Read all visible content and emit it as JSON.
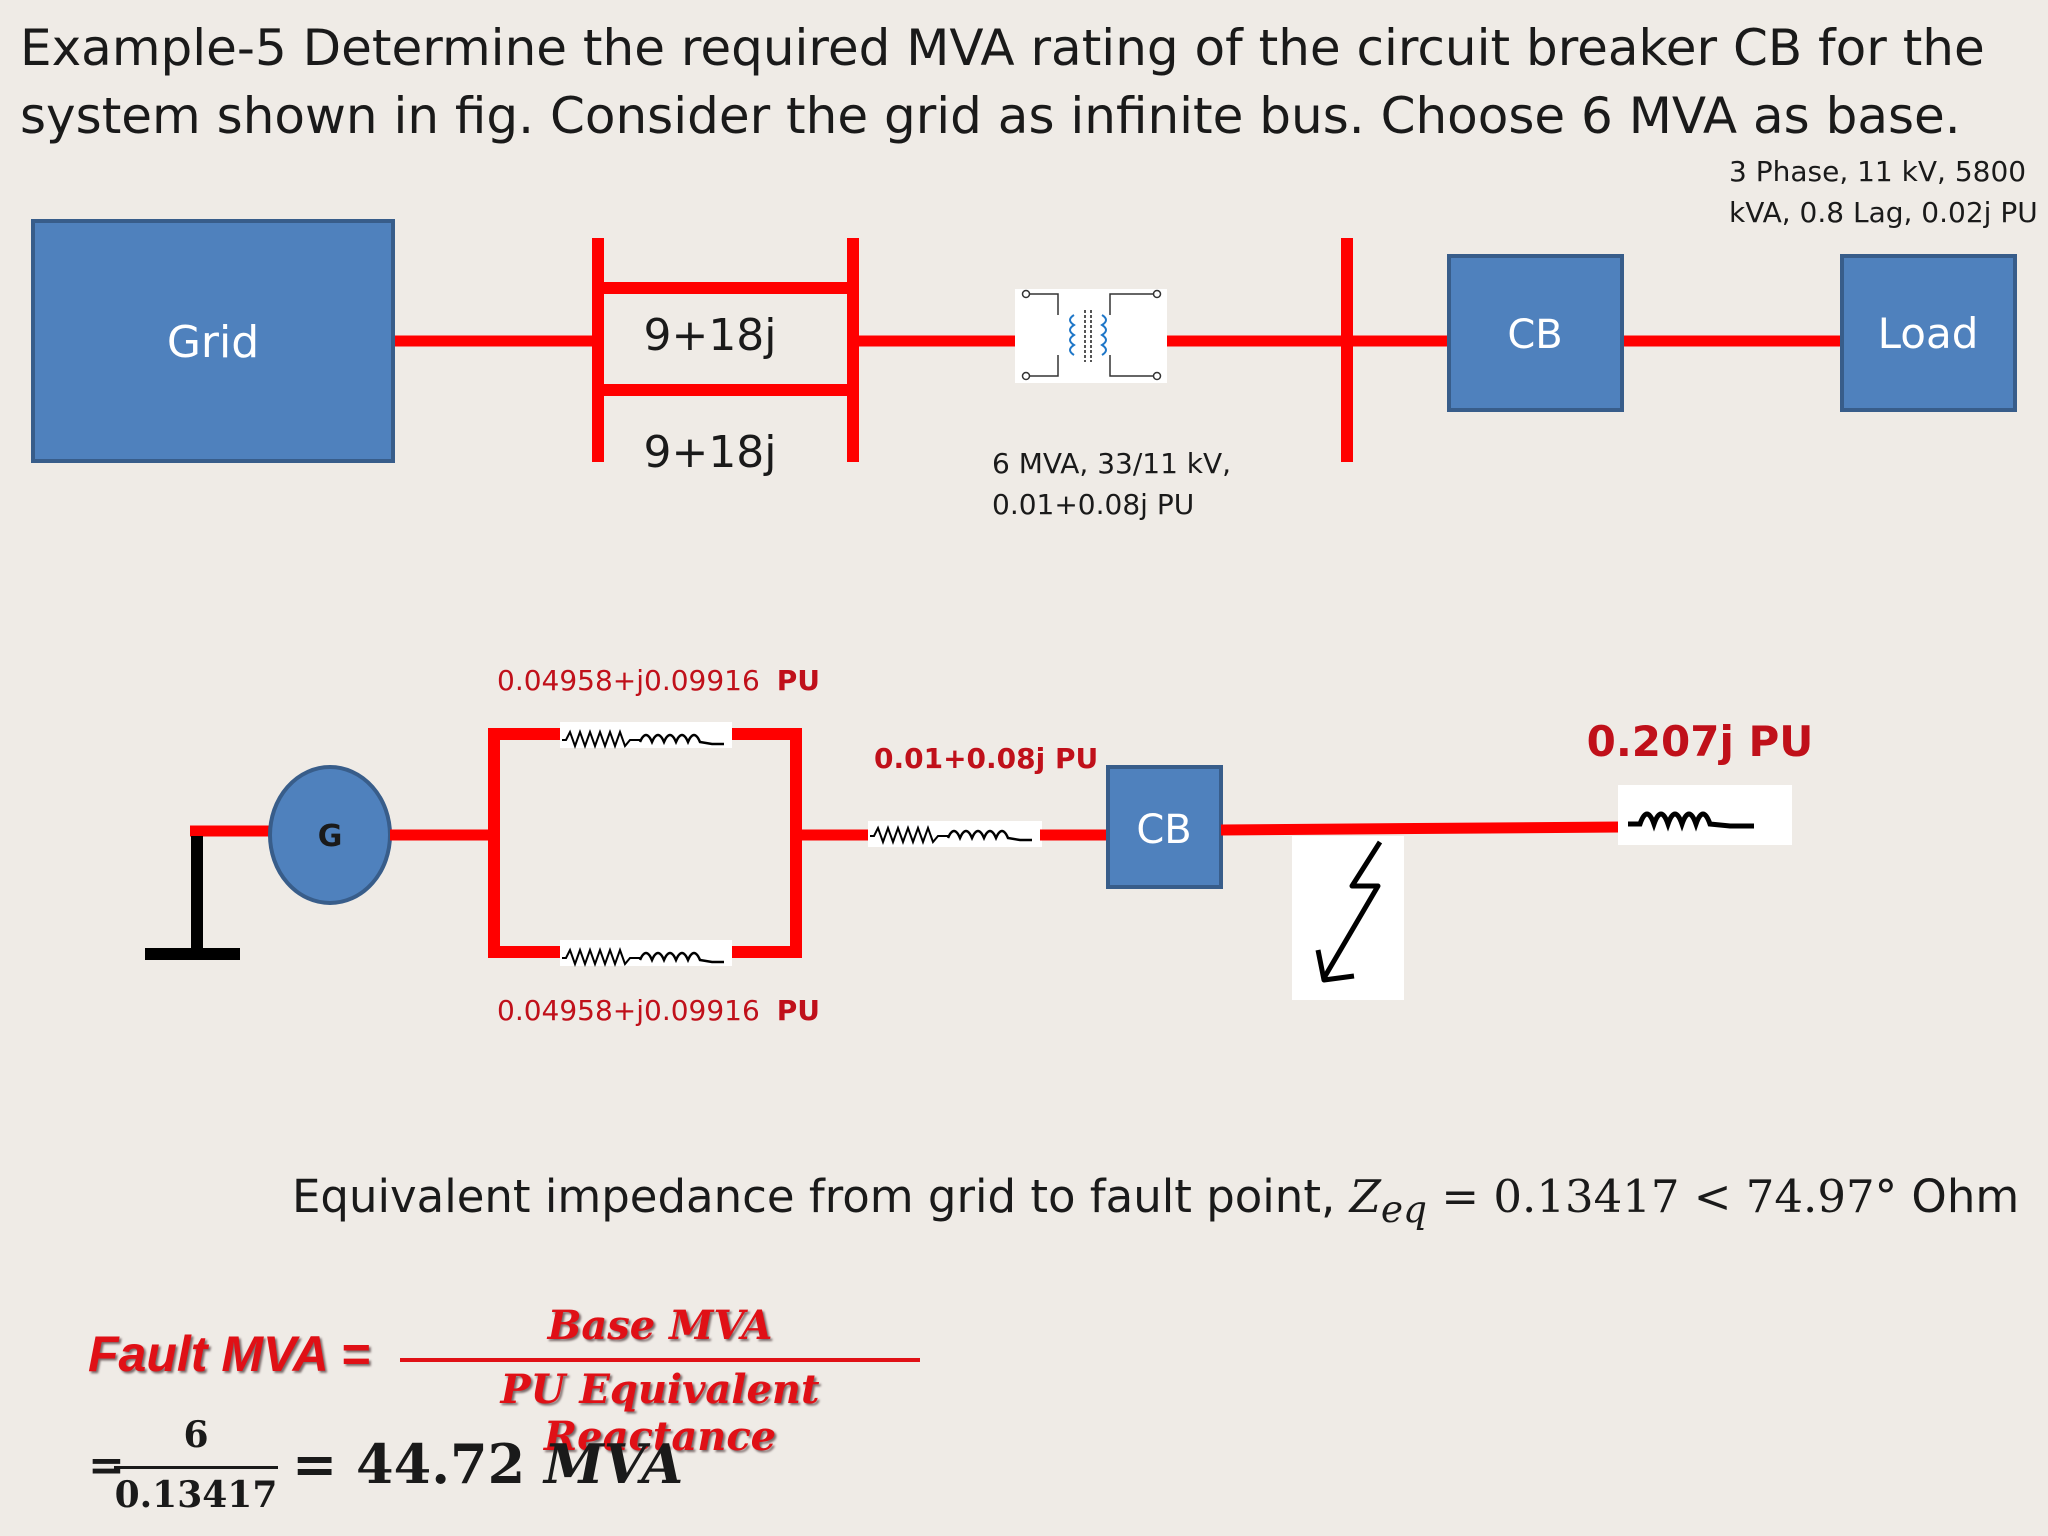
{
  "title": "Example-5 Determine the required MVA rating of the circuit breaker CB for the system shown in fig. Consider the grid as infinite bus. Choose 6 MVA as base.",
  "single_line": {
    "grid_label": "Grid",
    "line1_impedance": "9+18j",
    "line2_impedance": "9+18j",
    "transformer_note_line1": "6 MVA, 33/11 kV,",
    "transformer_note_line2": "0.01+0.08j PU",
    "cb_label": "CB",
    "load_label": "Load",
    "load_note_line1": "3 Phase, 11 kV, 5800",
    "load_note_line2": "kVA, 0.8 Lag, 0.02j PU"
  },
  "impedance_diagram": {
    "generator_label": "G",
    "line1_pu": "0.04958+j0.09916",
    "line2_pu": "0.04958+j0.09916",
    "pu_suffix": "PU",
    "transformer_pu": "0.01+0.08j PU",
    "cb_label": "CB",
    "load_pu": "0.207j PU"
  },
  "equivalent": {
    "text": "Equivalent impedance from grid to fault point, ",
    "symbol": "Z",
    "subscript": "eq",
    "value": "= 0.13417 < 74.97°",
    "unit": " Ohm"
  },
  "fault": {
    "label": "Fault MVA =",
    "numerator": "Base MVA",
    "denominator": "PU Equivalent Reactance",
    "eq_sign": "=",
    "calc_numerator": "6",
    "calc_denominator": "0.13417",
    "result_value": "= 44.72 ",
    "result_unit": "MVA"
  },
  "colors": {
    "line_red": "#ff0000",
    "box_blue": "#4f81bd",
    "box_border": "#385d8a",
    "label_red": "#c0101a",
    "background": "#efebe6"
  }
}
